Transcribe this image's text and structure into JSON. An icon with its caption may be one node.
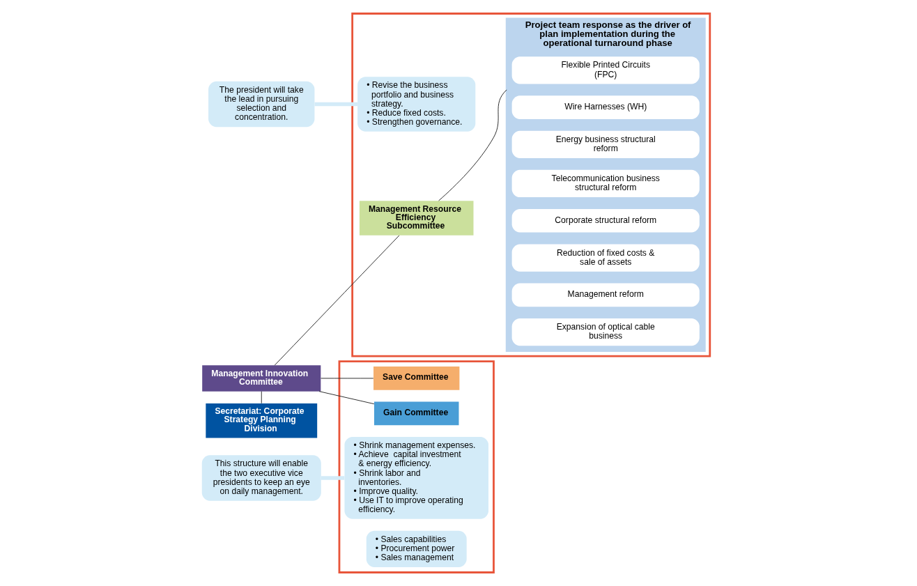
{
  "diagram": {
    "nodes": [
      {
        "text": [
          "Management Innovation Committee"
        ]
      },
      {
        "text": [
          "Secretariat: Corporate Strategy Planning Division"
        ]
      },
      {
        "text": [],
        "shape": "box"
      },
      {
        "text": [
          "Management Resource Efficiency Subcommittee"
        ],
        "in": 2
      },
      {
        "text": [
          "• Revise the business portfolio and business strategy.",
          "• Reduce fixed costs.",
          "• Strengthen governance."
        ],
        "in": 2
      },
      {
        "text": [
          "Project team response as the driver of plan implementation during the operational turnaround phase"
        ],
        "in": 2
      },
      {
        "text": [
          "Flexible Printed Circuits (FPC)"
        ],
        "in": 5
      },
      {
        "text": [
          "Wire Harnesses (WH)"
        ],
        "in": 5
      },
      {
        "text": [
          "Energy business structural reform"
        ],
        "in": 5
      },
      {
        "text": [
          "Telecommunication business structural reform"
        ],
        "in": 5
      },
      {
        "text": [
          "Corporate structural reform"
        ],
        "in": 5
      },
      {
        "text": [
          "Reduction of fixed costs & sale of assets"
        ],
        "in": 5
      },
      {
        "text": [
          "Management reform"
        ],
        "in": 5
      },
      {
        "text": [
          "Expansion of optical cable business"
        ],
        "in": 5
      },
      {
        "text": [],
        "shape": "box"
      },
      {
        "text": [
          "Save Committee"
        ],
        "in": 14
      },
      {
        "text": [
          "• Shrink management expenses.",
          "• Achieve  capital investment & energy efficiency.",
          "• Shrink labor and inventories.",
          "• Improve quality.",
          "• Use IT to improve operating efficiency."
        ],
        "in": 14
      },
      {
        "text": [
          "Gain Committee"
        ],
        "in": 14
      },
      {
        "text": [
          "• Sales capabilities",
          "• Procurement power",
          "• Sales management"
        ],
        "in": 14
      },
      {
        "text": [
          "The president will take the lead in pursuing selection and concentration."
        ]
      },
      {
        "text": [
          "This structure will enable the two executive vice presidents to keep an eye on daily management."
        ]
      }
    ],
    "edges": [
      {
        "from": 0,
        "to": 1,
        "arrow": "none"
      },
      {
        "from": 0,
        "to": 3,
        "arrow": "none"
      },
      {
        "from": 3,
        "to": 5,
        "arrow": "none"
      },
      {
        "from": 0,
        "to": 15,
        "arrow": "none"
      },
      {
        "from": 0,
        "to": 17,
        "arrow": "none"
      },
      {
        "from": 19,
        "to": 4,
        "arrow": "none",
        "style": "thick",
        "color": "#d3ebf8"
      },
      {
        "from": 20,
        "to": 16,
        "arrow": "none",
        "style": "thick",
        "color": "#d3ebf8"
      }
    ]
  }
}
